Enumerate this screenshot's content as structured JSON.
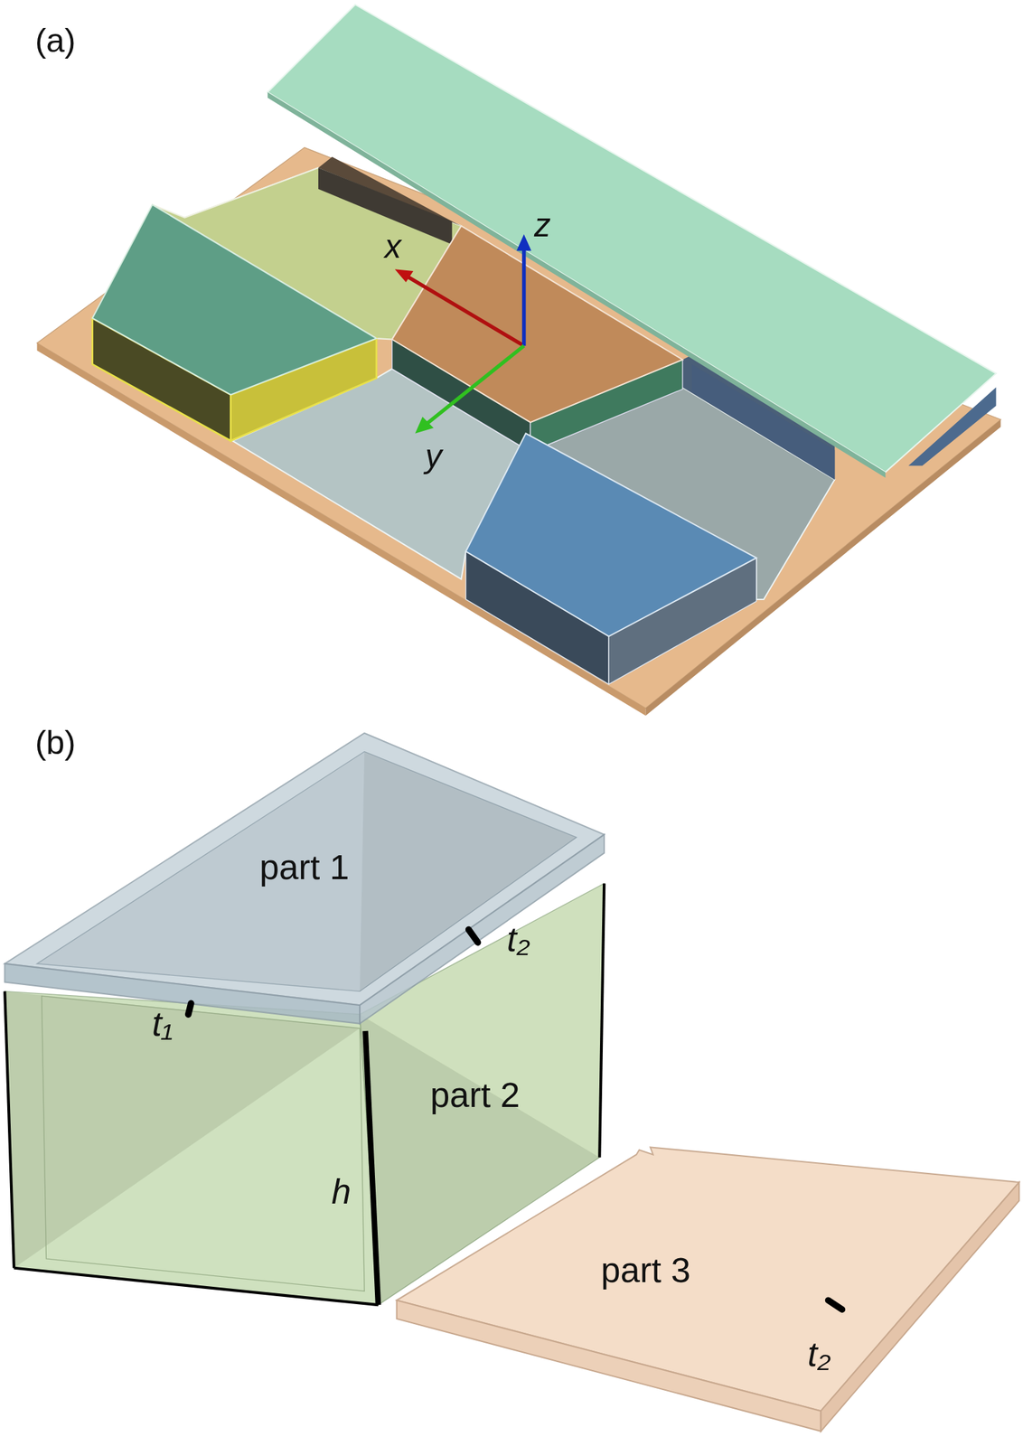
{
  "diagram": {
    "labels": [
      "(a)",
      "x",
      "z",
      "y",
      "(b)",
      "part 1",
      "t₂",
      "t₁",
      "part 2",
      "h",
      "part 3",
      "t₂"
    ]
  }
}
